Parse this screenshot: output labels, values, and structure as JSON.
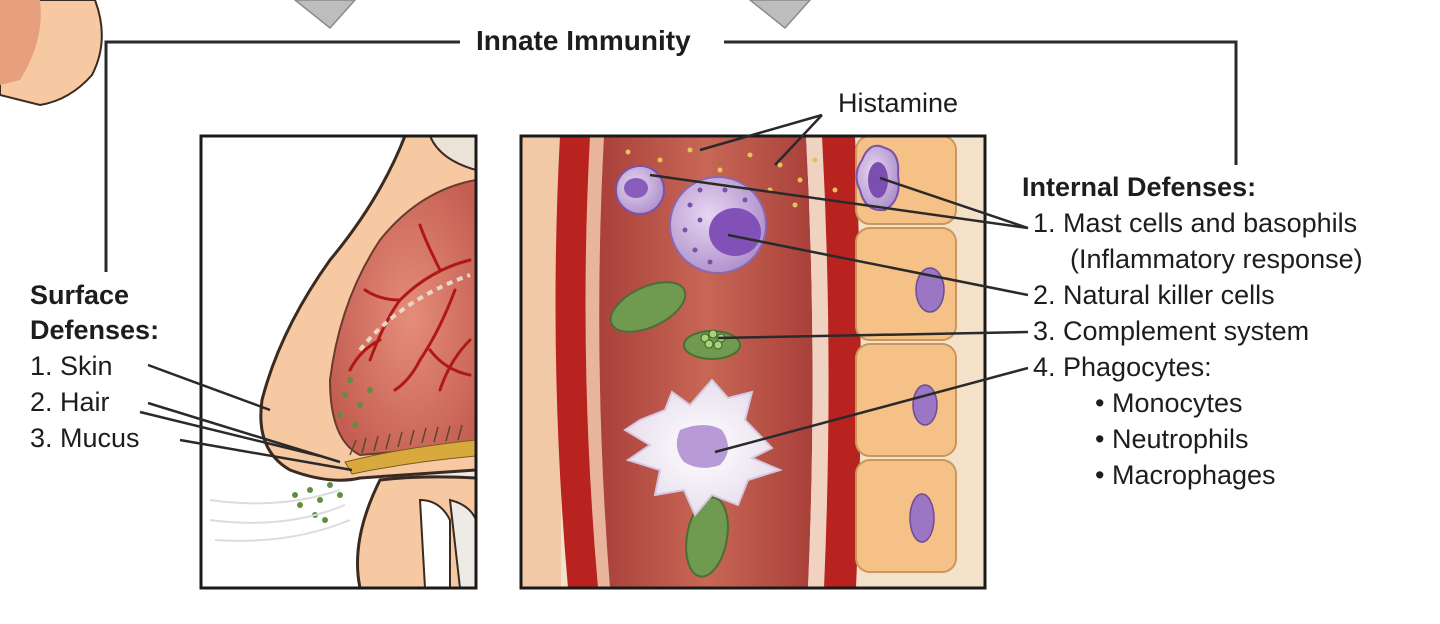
{
  "title": "Innate Immunity",
  "histamine": "Histamine",
  "surface": {
    "heading_line1": "Surface",
    "heading_line2": "Defenses:",
    "items": [
      "1. Skin",
      "2. Hair",
      "3. Mucus"
    ]
  },
  "internal": {
    "heading": "Internal Defenses:",
    "items": [
      "1. Mast cells and basophils",
      "(Inflammatory response)",
      "2. Natural killer cells",
      "3. Complement system",
      "4. Phagocytes:"
    ],
    "phagocytes": [
      "• Monocytes",
      "• Neutrophils",
      "• Macrophages"
    ]
  },
  "colors": {
    "skin": "#f6c9a3",
    "tissue": "#d9796a",
    "vessel_wall": "#b8231f",
    "plasma": "#b8504a",
    "cell_purple": "#8c5fb5",
    "rbc_green": "#6f9a4f",
    "epithelium": "#f5c186",
    "line": "#2a2a2a"
  }
}
